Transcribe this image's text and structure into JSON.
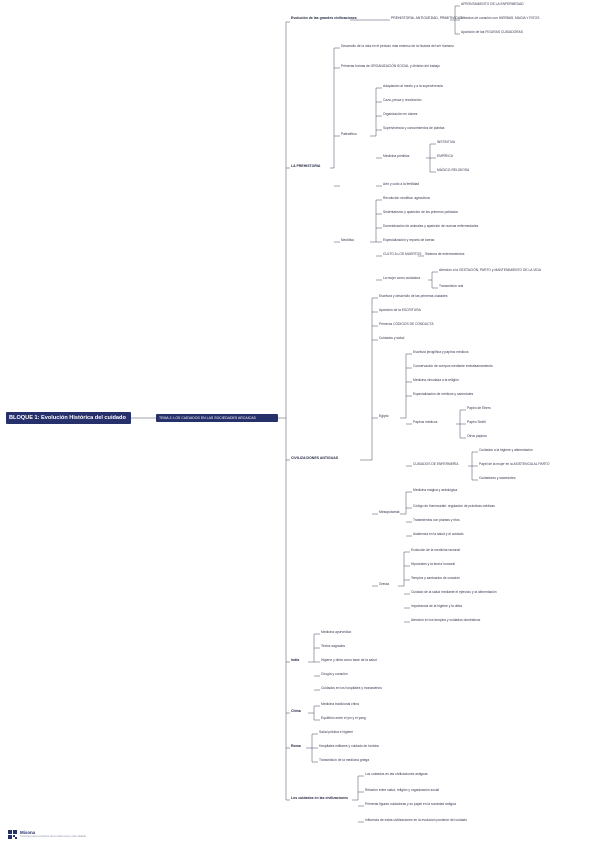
{
  "root": "BLOQUE 1: Evolución Histórica del cuidado",
  "tema": "TEMA 2: LOS CUIDADOS EN LAS SOCIEDADES ARCAICAS",
  "footer": {
    "brand": "Mixona",
    "tagline": "Técnicas para la historia de la enfermería y del cuidado"
  },
  "top": {
    "label": "Evolución de las grandes civilizaciones",
    "mid": "PREHISTORIA, ANTIGÜEDAD, PRIMITIVIDAD",
    "items": [
      "AFRONTAMIENTO DE LA ENFERMEDAD",
      "Métodos de curación con HIERBAS, MAGIA Y RITOS",
      "Aparición de las FIGURAS CUIDADORAS"
    ]
  },
  "prehistoria": {
    "label": "LA PREHISTORIA",
    "intro": [
      "Desarrollo de la vida en el periodo más extenso de la historia del ser humano",
      "Primeras formas de ORGANIZACIÓN SOCIAL y división del trabajo"
    ],
    "paleolitico": {
      "label": "Paleolítico",
      "items": [
        "Adaptación al medio y a la supervivencia",
        "Caza, pesca y recolección",
        "Organización en clanes",
        "Supervivencia y conocimientos de plantas"
      ],
      "medicina": {
        "label": "Medicina primitiva",
        "items": [
          "INSTINTIVA",
          "EMPÍRICA",
          "MÁGICO-RELIGIOSA"
        ]
      },
      "last": "Arte y culto a la fertilidad"
    },
    "neolitico": {
      "label": "Neolítico",
      "items": [
        "Revolución neolítica: agricultura",
        "Sedentarismo y aparición de los primeros poblados",
        "Domesticación de animales y aparición de nuevas enfermedades",
        "Especialización y reparto de tareas"
      ],
      "culto": {
        "label": "CULTO A LOS MUERTOS",
        "item": "Sistema de enterramientos"
      },
      "mujer": {
        "label": "La mujer como cuidadora",
        "items": [
          "Atención a la GESTACIÓN, PARTO y MANTENIMIENTO DE LA VIDA",
          "Transmisión oral"
        ]
      }
    }
  },
  "civilizaciones": {
    "label": "CIVILIZACIONES ANTIGUAS",
    "intro": [
      "Escritura y desarrollo de las primeras ciudades",
      "Aparición de la ESCRITURA",
      "Primeros CÓDIGOS DE CONDUCTA",
      "Cuidados y salud"
    ],
    "egipto": {
      "label": "Egipto",
      "items": [
        "Escritura jeroglífica y papiros médicos",
        "Conservación de cuerpos mediante embalsamamiento",
        "Medicina vinculada a la religión",
        "Especialización de médicos y sacerdotes"
      ],
      "papiros": {
        "label": "Papiros médicos",
        "items": [
          "Papiro de Ebers",
          "Papiro Smith",
          "Otros papiros"
        ]
      },
      "cuidados": {
        "label": "CUIDADOS DE ENFERMERÍA",
        "items": [
          "Cuidados a la higiene y alimentación",
          "Papel de la mujer en la ASISTENCIA AL PARTO",
          "Cuidadores y sacerdotes"
        ]
      }
    },
    "mesopotamia": {
      "label": "Mesopotamia",
      "items": [
        "Medicina mágica y astrológica",
        "Código de Hammurabi: regulación de prácticas médicas",
        "Tratamientos con plantas y ritos",
        "Asistencia en la salud y el cuidado"
      ]
    },
    "grecia": {
      "label": "Grecia",
      "items": [
        "Evolución de la medicina racional",
        "Hipócrates y la teoría humoral",
        "Templos y santuarios de curación",
        "Cuidado de la salud mediante el ejercicio y la alimentación",
        "Importancia de la higiene y la dieta",
        "Atención en los templos y cuidados domésticos"
      ]
    }
  },
  "india": {
    "label": "India",
    "items": [
      "Medicina ayurvédica",
      "Textos sagrados",
      "Higiene y dieta como base de la salud",
      "Cirugía y curación",
      "Cuidados en los hospitales y monasterios"
    ]
  },
  "china": {
    "label": "China",
    "items": [
      "Medicina tradicional china",
      "Equilibrio entre el yin y el yang"
    ]
  },
  "roma": {
    "label": "Roma",
    "items": [
      "Salud pública e higiene",
      "Hospitales militares y cuidado de heridos",
      "Transmisión de la medicina griega"
    ]
  },
  "final": {
    "label": "Los cuidados en las civilizaciones",
    "items": [
      "Los cuidados en las civilizaciones antiguas",
      "Relación entre salud, religión y organización social",
      "Primeras figuras cuidadoras y su papel en la sociedad antigua",
      "Influencia de estas civilizaciones en la evolución posterior del cuidado"
    ]
  }
}
